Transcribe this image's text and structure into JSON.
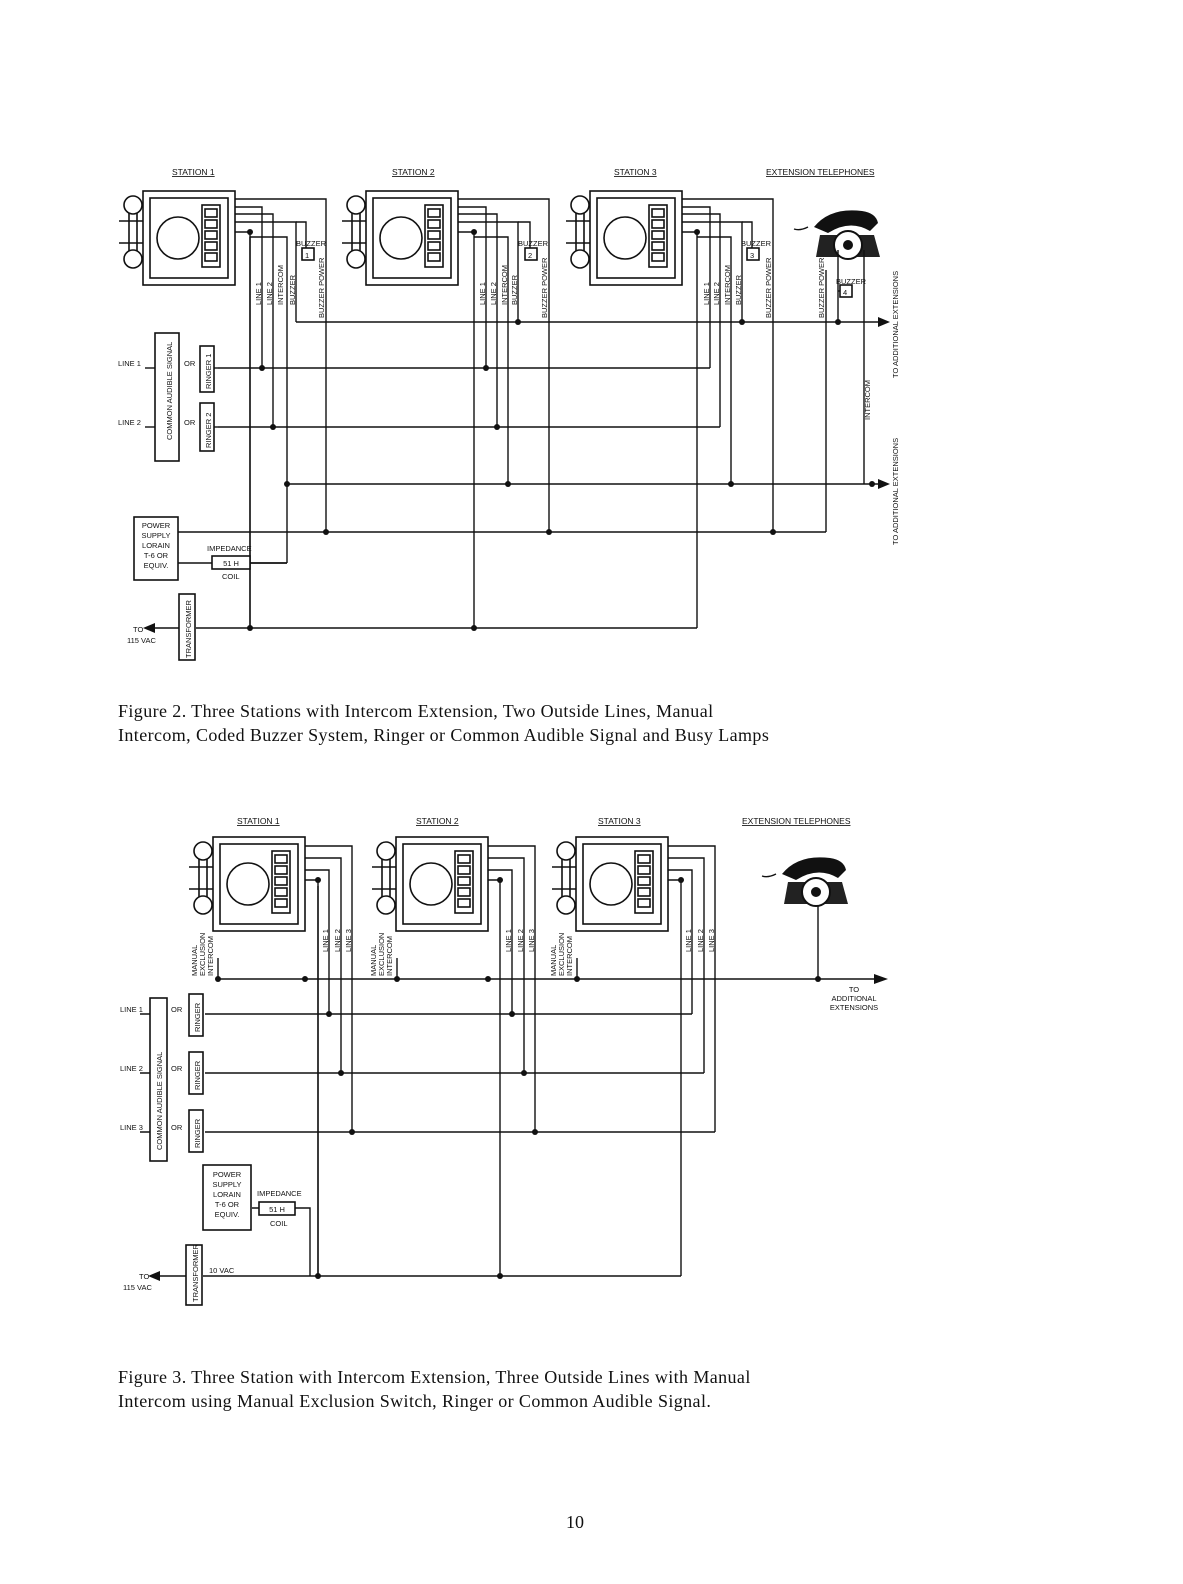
{
  "figure2": {
    "headers": {
      "station1": "STATION 1",
      "station2": "STATION 2",
      "station3": "STATION 3",
      "extensions": "EXTENSION TELEPHONES"
    },
    "wire_labels": {
      "line1": "LINE 1",
      "line2": "LINE 2",
      "intercom": "INTERCOM",
      "buzzer": "BUZZER",
      "buzzer_power": "BUZZER POWER"
    },
    "buzzer_label": "BUZZER",
    "buzzer_numbers": [
      "1",
      "2",
      "3",
      "4"
    ],
    "inputs": {
      "line1": "LINE 1",
      "line2": "LINE 2"
    },
    "or_label": "OR",
    "common_signal": "COMMON AUDIBLE SIGNAL",
    "ringer1": "RINGER 1",
    "ringer2": "RINGER 2",
    "power_supply": [
      "POWER",
      "SUPPLY",
      "LORAIN",
      "T-6 OR",
      "EQUIV."
    ],
    "impedance": "IMPEDANCE",
    "coil_value": "51 H",
    "coil": "COIL",
    "transformer": "TRANSFORMER",
    "ac_in": [
      "TO",
      "115 VAC"
    ],
    "to_additional_1": "TO ADDITIONAL EXTENSIONS",
    "to_additional_2": "TO ADDITIONAL EXTENSIONS",
    "intercom_vertical": "INTERCOM"
  },
  "figure3": {
    "headers": {
      "station1": "STATION 1",
      "station2": "STATION 2",
      "station3": "STATION 3",
      "extensions": "EXTENSION TELEPHONES"
    },
    "switch_label": [
      "MANUAL",
      "EXCLUSION",
      "INTERCOM"
    ],
    "wire_labels": {
      "line1": "LINE 1",
      "line2": "LINE 2",
      "line3": "LINE 3"
    },
    "inputs": {
      "line1": "LINE 1",
      "line2": "LINE 2",
      "line3": "LINE 3"
    },
    "or_label": "OR",
    "common_signal": "COMMON AUDIBLE SIGNAL",
    "ringer": "RINGER",
    "power_supply": [
      "POWER",
      "SUPPLY",
      "LORAIN",
      "T-6 OR",
      "EQUIV."
    ],
    "impedance": "IMPEDANCE",
    "coil_value": "51 H",
    "coil": "COIL",
    "transformer": "TRANSFORMER",
    "ac_in": [
      "TO",
      "115 VAC"
    ],
    "ac_out": "10 VAC",
    "to_additional": [
      "TO",
      "ADDITIONAL",
      "EXTENSIONS"
    ]
  },
  "captions": {
    "fig2_line1": "Figure 2.  Three Stations with Intercom Extension, Two Outside Lines, Manual",
    "fig2_line2": "Intercom, Coded Buzzer System, Ringer or Common Audible Signal and Busy Lamps",
    "fig3_line1": "Figure 3.  Three Station with Intercom Extension, Three Outside Lines with Manual",
    "fig3_line2": "Intercom using Manual Exclusion Switch, Ringer or Common Audible Signal."
  },
  "page_number": "10"
}
